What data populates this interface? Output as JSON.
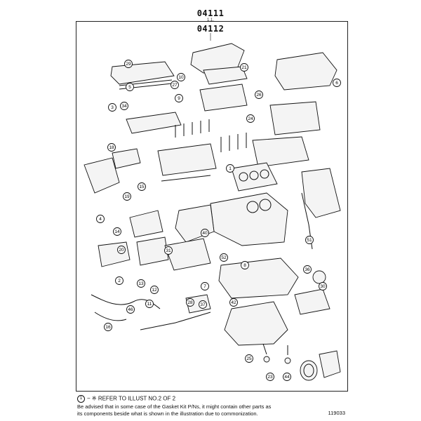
{
  "header": {
    "part_number_top": "04111",
    "part_number_bottom": "04112",
    "tiny_mark": "1,1,"
  },
  "callouts": [
    {
      "label": "29"
    },
    {
      "label": "10"
    },
    {
      "label": "21"
    },
    {
      "label": "34"
    },
    {
      "label": "9"
    },
    {
      "label": "27"
    },
    {
      "label": "5"
    },
    {
      "label": "3"
    },
    {
      "label": "6"
    },
    {
      "label": "26"
    },
    {
      "label": "24"
    },
    {
      "label": "1"
    },
    {
      "label": "18"
    },
    {
      "label": "15"
    },
    {
      "label": "19"
    },
    {
      "label": "14"
    },
    {
      "label": "20"
    },
    {
      "label": "4"
    },
    {
      "label": "31"
    },
    {
      "label": "52"
    },
    {
      "label": "40"
    },
    {
      "label": "51"
    },
    {
      "label": "8"
    },
    {
      "label": "36"
    },
    {
      "label": "2"
    },
    {
      "label": "13"
    },
    {
      "label": "11"
    },
    {
      "label": "46"
    },
    {
      "label": "16"
    },
    {
      "label": "28"
    },
    {
      "label": "37"
    },
    {
      "label": "7"
    },
    {
      "label": "12"
    },
    {
      "label": "42"
    },
    {
      "label": "30"
    },
    {
      "label": "25"
    },
    {
      "label": "23"
    },
    {
      "label": "44"
    }
  ],
  "footer": {
    "ref_symbol": "1",
    "ref_text": "~ ※ REFER TO ILLUST NO.2 OF 2",
    "note_line1": "Be advised that in some case of the Gasket Kit P/Ns, it might contain other parts as",
    "note_line2": "its components beside what is shown in the illustration due to commonization.",
    "figure_code": "119033"
  }
}
